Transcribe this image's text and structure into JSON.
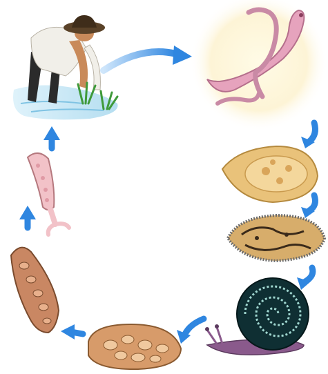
{
  "diagram": {
    "type": "life-cycle",
    "stages": [
      {
        "id": "farmer-in-water",
        "icon": "farmer-planting-rice-icon"
      },
      {
        "id": "adult-worm-pair",
        "icon": "paired-adult-worms-icon"
      },
      {
        "id": "egg",
        "icon": "egg-with-miracidium-icon"
      },
      {
        "id": "miracidium",
        "icon": "ciliated-larva-icon"
      },
      {
        "id": "snail-host",
        "icon": "snail-icon"
      },
      {
        "id": "mother-sporocyst",
        "icon": "mother-sporocyst-icon"
      },
      {
        "id": "daughter-sporocyst",
        "icon": "daughter-sporocyst-icon"
      },
      {
        "id": "cercaria",
        "icon": "forked-tail-cercaria-icon"
      }
    ],
    "arrow_color": "#2f86e0",
    "colors": {
      "worm_pink": "#e6a3bd",
      "egg_tan": "#e9c27a",
      "snail_shell": "#0f2f33",
      "sporocyst_brown": "#d79b6a",
      "water": "#bfe5f4"
    }
  }
}
